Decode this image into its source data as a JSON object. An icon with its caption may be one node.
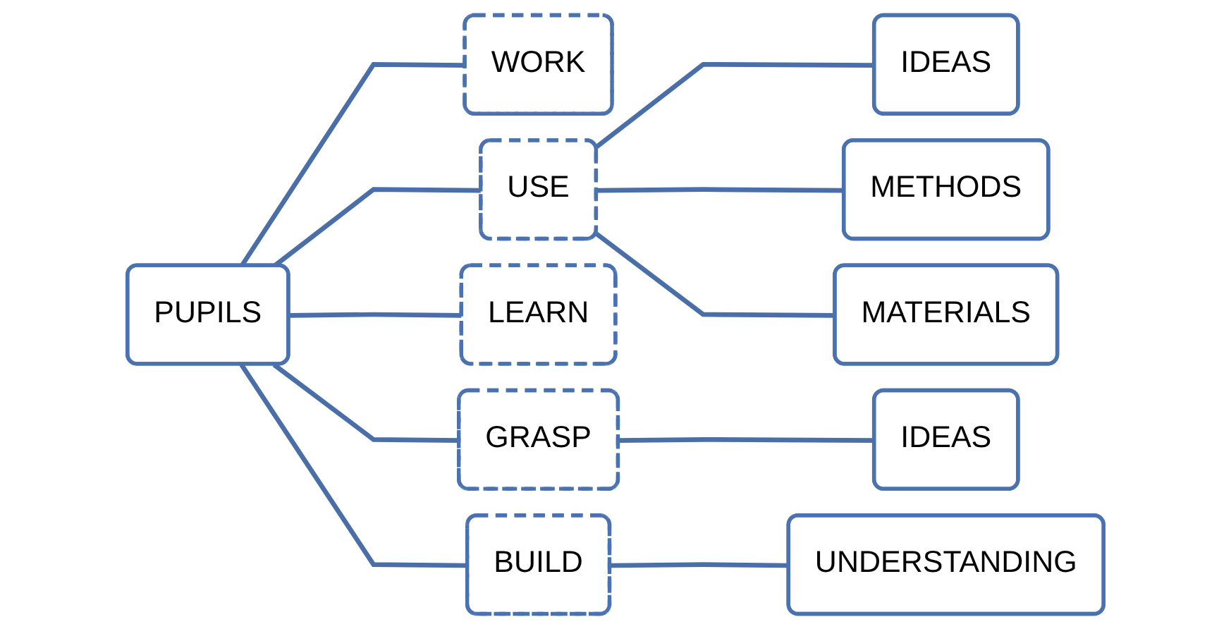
{
  "diagram": {
    "nodes": [
      {
        "text": [
          "PUPILS"
        ]
      },
      {
        "text": [
          "WORK"
        ]
      },
      {
        "text": [
          "USE"
        ]
      },
      {
        "text": [
          "IDEAS"
        ]
      },
      {
        "text": [
          "METHODS"
        ]
      },
      {
        "text": [
          "MATERIALS"
        ]
      },
      {
        "text": [
          "LEARN"
        ]
      },
      {
        "text": [
          "GRASP"
        ]
      },
      {
        "text": [
          "IDEAS"
        ]
      },
      {
        "text": [
          "BUILD"
        ]
      },
      {
        "text": [
          "UNDERSTANDING"
        ]
      }
    ],
    "edges": [
      {
        "from": 0,
        "to": 1,
        "arrow": "none"
      },
      {
        "from": 0,
        "to": 2,
        "arrow": "none"
      },
      {
        "from": 2,
        "to": 3,
        "arrow": "none"
      },
      {
        "from": 2,
        "to": 4,
        "arrow": "none"
      },
      {
        "from": 2,
        "to": 5,
        "arrow": "none"
      },
      {
        "from": 0,
        "to": 6,
        "arrow": "none"
      },
      {
        "from": 0,
        "to": 7,
        "arrow": "none"
      },
      {
        "from": 7,
        "to": 8,
        "arrow": "none"
      },
      {
        "from": 0,
        "to": 9,
        "arrow": "none"
      },
      {
        "from": 9,
        "to": 10,
        "arrow": "none"
      }
    ]
  }
}
